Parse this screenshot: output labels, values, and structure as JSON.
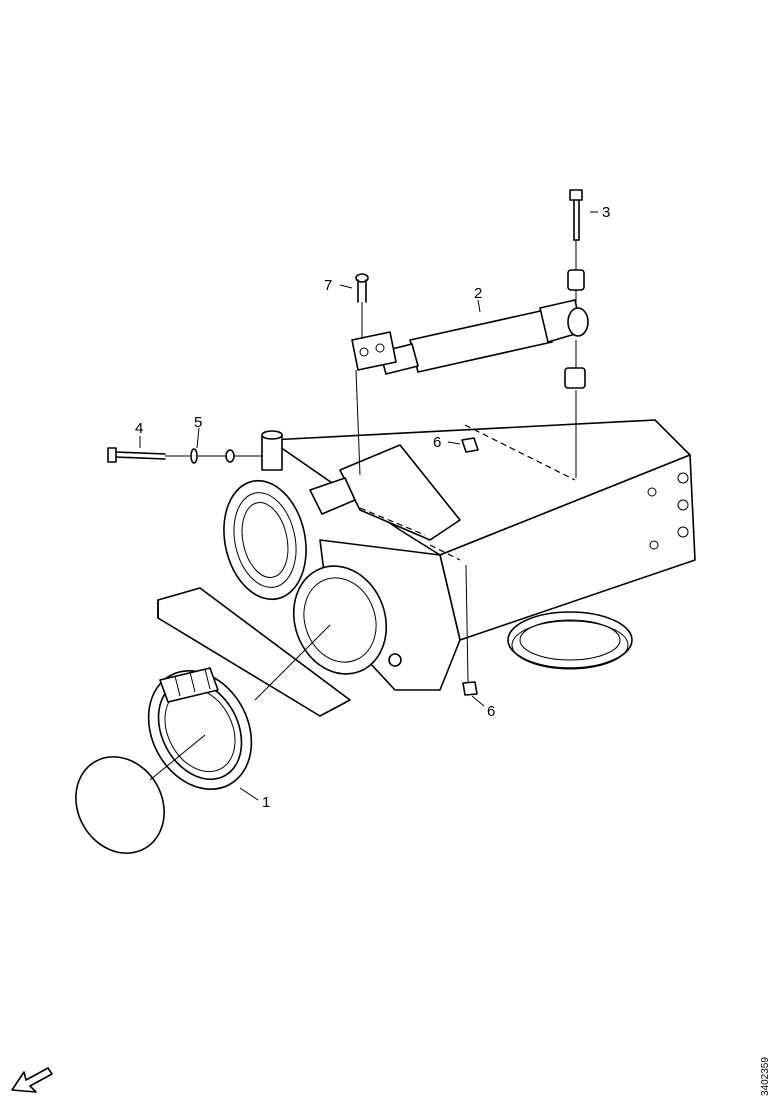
{
  "callouts": {
    "c1": "1",
    "c2": "2",
    "c3": "3",
    "c4": "4",
    "c5": "5",
    "c6a": "6",
    "c6b": "6",
    "c7": "7"
  },
  "reference_code": "3402359",
  "icons": {
    "direction": "arrow-direction-icon"
  }
}
